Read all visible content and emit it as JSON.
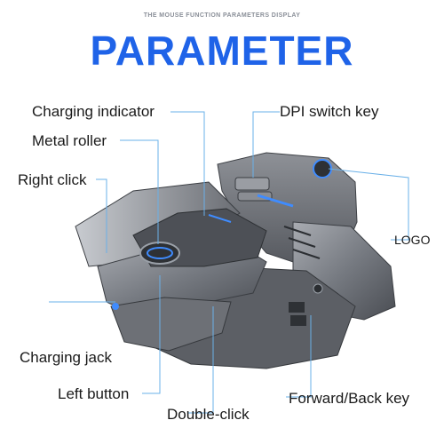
{
  "header": {
    "subtitle": "THE MOUSE FUNCTION PARAMETERS DISPLAY",
    "title": "PARAMETER"
  },
  "labels": {
    "charging_indicator": "Charging indicator",
    "metal_roller": "Metal roller",
    "right_click": "Right click",
    "charging_jack": "Charging jack",
    "left_button": "Left button",
    "double_click": "Double-click",
    "dpi_switch_key": "DPI switch key",
    "logo": "LOGO",
    "forward_back_key": "Forward/Back key"
  },
  "colors": {
    "title": "#1f63e8",
    "callout_line": "#6ab0e8",
    "mouse_body": "#7d8086",
    "accent_light": "#3f8cff"
  },
  "product": {
    "image": "gaming-mouse"
  }
}
